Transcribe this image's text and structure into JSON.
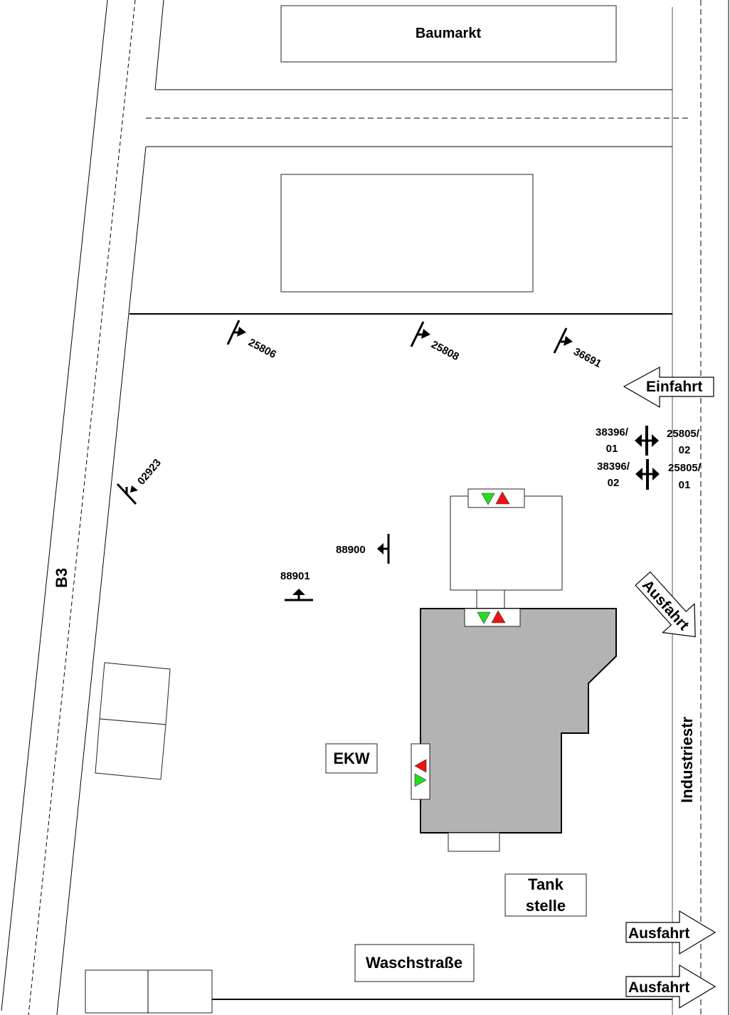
{
  "buildings": {
    "baumarkt": "Baumarkt",
    "ekw": "EKW",
    "tankstelle_line1": "Tank",
    "tankstelle_line2": "stelle",
    "waschstrasse": "Waschstraße"
  },
  "roads": {
    "b3": "B3",
    "industriestr": "Industriestr"
  },
  "arrows": {
    "einfahrt": "Einfahrt",
    "ausfahrt_diagonal": "Ausfahrt",
    "ausfahrt_1": "Ausfahrt",
    "ausfahrt_2": "Ausfahrt"
  },
  "cameras": {
    "c25806": "25806",
    "c25808": "25808",
    "c36691": "36691",
    "c02923": "02923",
    "c88900": "88900",
    "c88901": "88901",
    "c38396_01_a": "38396/",
    "c38396_01_b": "01",
    "c38396_02_a": "38396/",
    "c38396_02_b": "02",
    "c25805_02_a": "25805/",
    "c25805_02_b": "02",
    "c25805_01_a": "25805/",
    "c25805_01_b": "01"
  },
  "colors": {
    "building": "#b3b3b3",
    "green": "#22dd22",
    "red": "#ee1111"
  }
}
